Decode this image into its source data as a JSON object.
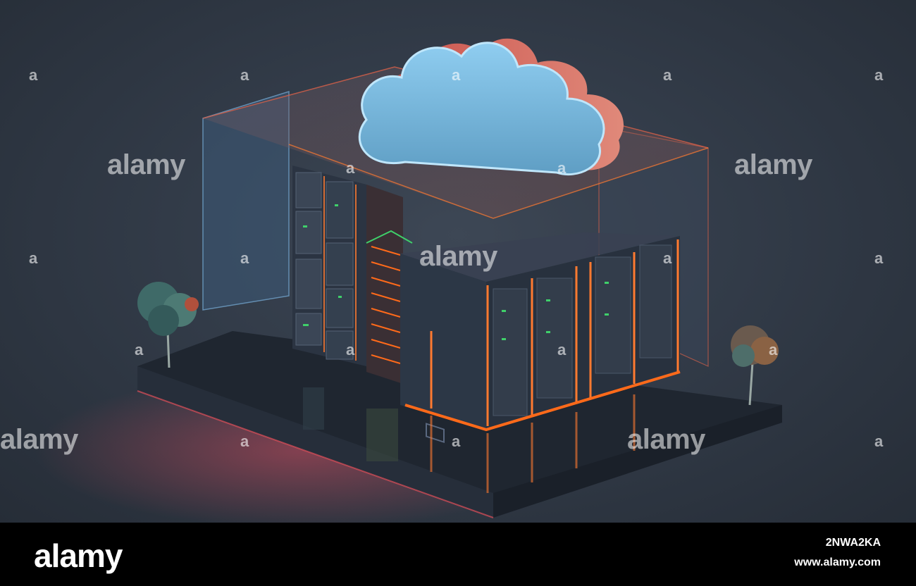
{
  "image": {
    "subject": "isometric cloud data center illustration",
    "accent_colors": {
      "neon_orange": "#ff6a1a",
      "cloud_blue": "#7fc4ea",
      "cloud_red": "#d9574a",
      "server_green": "#3fd06a"
    }
  },
  "watermarks": {
    "brand_text": "alamy",
    "letter_mark": "a"
  },
  "footer": {
    "logo": "alamy",
    "image_id": "2NWA2KA",
    "url": "www.alamy.com"
  }
}
